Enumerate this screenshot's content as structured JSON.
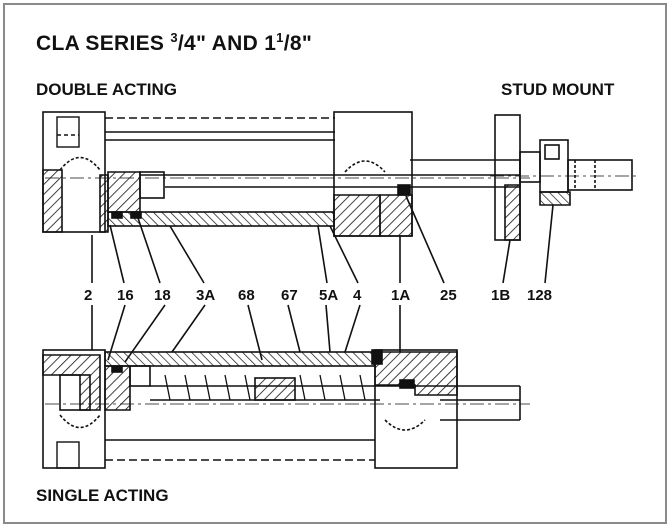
{
  "title": {
    "main": "CLA SERIES ",
    "frac1_num": "3",
    "frac1_den": "/4",
    "mid": "\" AND 1",
    "frac2_num": "1",
    "frac2_den": "/8",
    "end": "\""
  },
  "labels": {
    "double_acting": "DOUBLE ACTING",
    "stud_mount": "STUD MOUNT",
    "single_acting": "SINGLE ACTING"
  },
  "part_numbers": [
    "2",
    "16",
    "18",
    "3A",
    "68",
    "67",
    "5A",
    "4",
    "1A",
    "25",
    "1B",
    "128"
  ],
  "colors": {
    "ink": "#111111",
    "border": "#8a8a8a"
  }
}
